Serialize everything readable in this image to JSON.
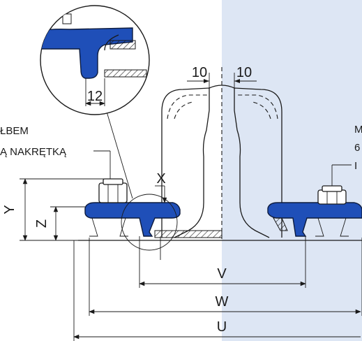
{
  "colors": {
    "clamp_blue": "#1f4fb8",
    "shaded_region": "#dde6f4",
    "line": "#1a1a1a"
  },
  "labels": {
    "dim_10_left": "10",
    "dim_10_right": "10",
    "detail_12": "12",
    "dim_x": "X",
    "dim_y": "Y",
    "dim_z": "Z",
    "dim_v": "V",
    "dim_w": "W",
    "dim_u": "U"
  },
  "notes": {
    "left_line1": "ŁBEM",
    "left_line2": "Ą NAKRĘTKĄ",
    "right_line1": "M",
    "right_line2": "6",
    "right_line3": "I"
  },
  "icons": [
    "dimension-arrow",
    "detail-magnifier-circle",
    "hex-nut",
    "clamp-plate"
  ]
}
